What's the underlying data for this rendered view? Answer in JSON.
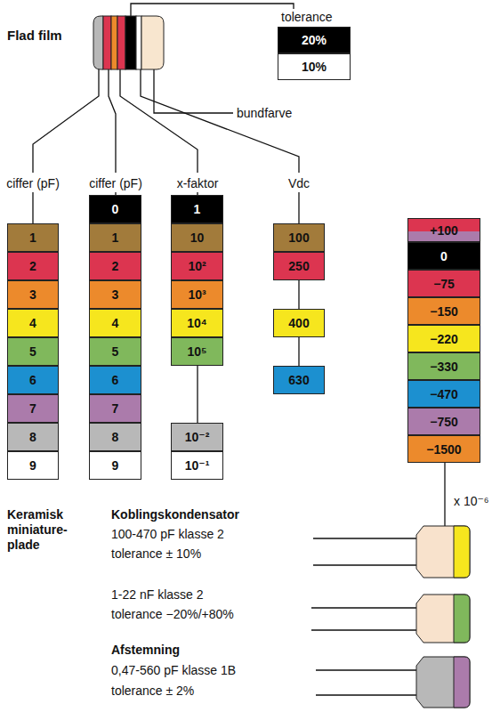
{
  "diagram": {
    "nodes": [
      {
        "text": [
          "1"
        ]
      },
      {
        "text": [
          "2"
        ]
      },
      {
        "text": [
          "3"
        ]
      },
      {
        "text": [
          "4"
        ]
      },
      {
        "text": [
          "5"
        ]
      },
      {
        "text": [
          "6"
        ]
      },
      {
        "text": [
          "7"
        ]
      },
      {
        "text": [
          "8"
        ]
      },
      {
        "text": [
          "9"
        ]
      },
      {
        "text": [
          "0"
        ]
      },
      {
        "text": [
          "1"
        ]
      },
      {
        "text": [
          "2"
        ]
      },
      {
        "text": [
          "3"
        ]
      },
      {
        "text": [
          "4"
        ]
      },
      {
        "text": [
          "5"
        ]
      },
      {
        "text": [
          "6"
        ]
      },
      {
        "text": [
          "7"
        ]
      },
      {
        "text": [
          "8"
        ]
      },
      {
        "text": [
          "9"
        ]
      },
      {
        "text": [
          "1"
        ]
      },
      {
        "text": [
          "10"
        ]
      },
      {
        "text": [
          "10²"
        ]
      },
      {
        "text": [
          "10³"
        ]
      },
      {
        "text": [
          "10⁴"
        ]
      },
      {
        "text": [
          "10⁵"
        ]
      },
      {
        "text": [
          "10⁻²"
        ]
      },
      {
        "text": [
          "10⁻¹"
        ]
      },
      {
        "text": [
          "100"
        ]
      },
      {
        "text": [
          "250"
        ]
      },
      {
        "text": [
          "400"
        ]
      },
      {
        "text": [
          "630"
        ]
      },
      {
        "text": [
          "+100"
        ]
      },
      {
        "text": [
          "0"
        ]
      },
      {
        "text": [
          "−75"
        ]
      },
      {
        "text": [
          "−150"
        ]
      },
      {
        "text": [
          "−220"
        ]
      },
      {
        "text": [
          "−330"
        ]
      },
      {
        "text": [
          "−470"
        ]
      },
      {
        "text": [
          "−750"
        ]
      },
      {
        "text": [
          "−1500"
        ]
      },
      {
        "text": [
          "20%"
        ]
      },
      {
        "text": [
          "10%"
        ]
      }
    ],
    "labels": [
      "Flad film",
      "tolerance",
      "bundfarve",
      "ciffer (pF)",
      "ciffer (pF)",
      "x-faktor",
      "Vdc",
      "x 10⁻⁶",
      "Keramisk miniature-plade",
      "Koblingskondensator",
      "100-470 pF klasse 2",
      "tolerance ± 10%",
      "1-22 nF klasse 2",
      "tolerance −20%/+80%",
      "Afstemning",
      "0,47-560 pF klasse 1B",
      "tolerance ± 2%"
    ]
  }
}
